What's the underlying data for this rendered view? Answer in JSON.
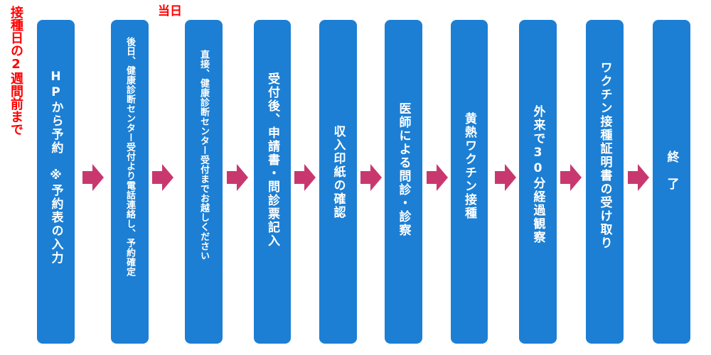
{
  "side_note": "接種日の2週間前まで",
  "today_label": "当日",
  "colors": {
    "box": "#1c7fd4",
    "arrow": "#c8386f",
    "label": "#ff0000"
  },
  "steps": [
    "HPから予約　※予約表の入力",
    "後日、健康診断センター受付より電話連絡し、予約確定",
    "直接、健康診断センター受付までお越しください",
    "受付後、申請書・問診票記入",
    "収入印紙の確認",
    "医師による問診・診察",
    "黄熱ワクチン接種",
    "外来で30分経過観察",
    "ワクチン接種証明書の受け取り",
    "終　了"
  ]
}
